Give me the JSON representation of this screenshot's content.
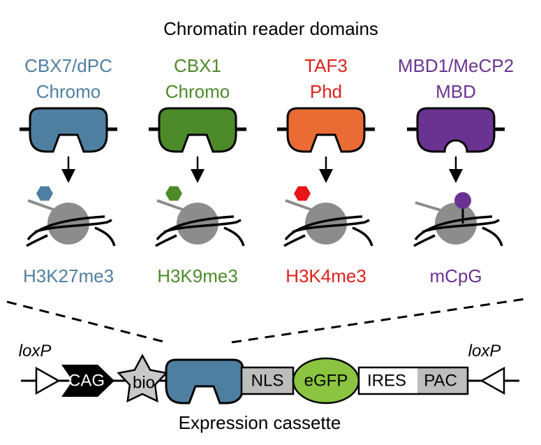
{
  "title": "Chromatin reader domains",
  "footer": "Expression cassette",
  "colors": {
    "blue": "#4f7fa0",
    "green": "#4c8a2a",
    "orange": "#ea6b34",
    "purple": "#6b3391",
    "red_text": "#e0201b",
    "red_mark": "#e8151b",
    "nucleosome": "#8c8c8c",
    "gfp": "#8ac440",
    "gray_box": "#bdbdbd"
  },
  "readers": [
    {
      "name": "CBX7/dPC",
      "domain": "Chromo",
      "mark": "H3K27me3",
      "color": "#4f7fa0",
      "text_color": "#4f7fa0",
      "mark_color": "#4f7fa0",
      "pocket": "hexagonal",
      "mark_shape": "hexagon"
    },
    {
      "name": "CBX1",
      "domain": "Chromo",
      "mark": "H3K9me3",
      "color": "#4c8a2a",
      "text_color": "#4c8a2a",
      "mark_color": "#4c8a2a",
      "pocket": "hexagonal",
      "mark_shape": "hexagon"
    },
    {
      "name": "TAF3",
      "domain": "Phd",
      "mark": "H3K4me3",
      "color": "#ea6b34",
      "text_color": "#e0201b",
      "mark_color": "#e8151b",
      "pocket": "hexagonal",
      "mark_shape": "hexagon"
    },
    {
      "name": "MBD1/MeCP2",
      "domain": "MBD",
      "mark": "mCpG",
      "color": "#6b3391",
      "text_color": "#6b3391",
      "mark_color": "#6b3391",
      "pocket": "round",
      "mark_shape": "circle"
    }
  ],
  "cassette": {
    "loxp_left": "loxP",
    "loxp_right": "loxP",
    "promoter": "CAG",
    "tag": "bio",
    "nls": "NLS",
    "gfp": "eGFP",
    "ires": "IRES",
    "pac": "PAC"
  }
}
